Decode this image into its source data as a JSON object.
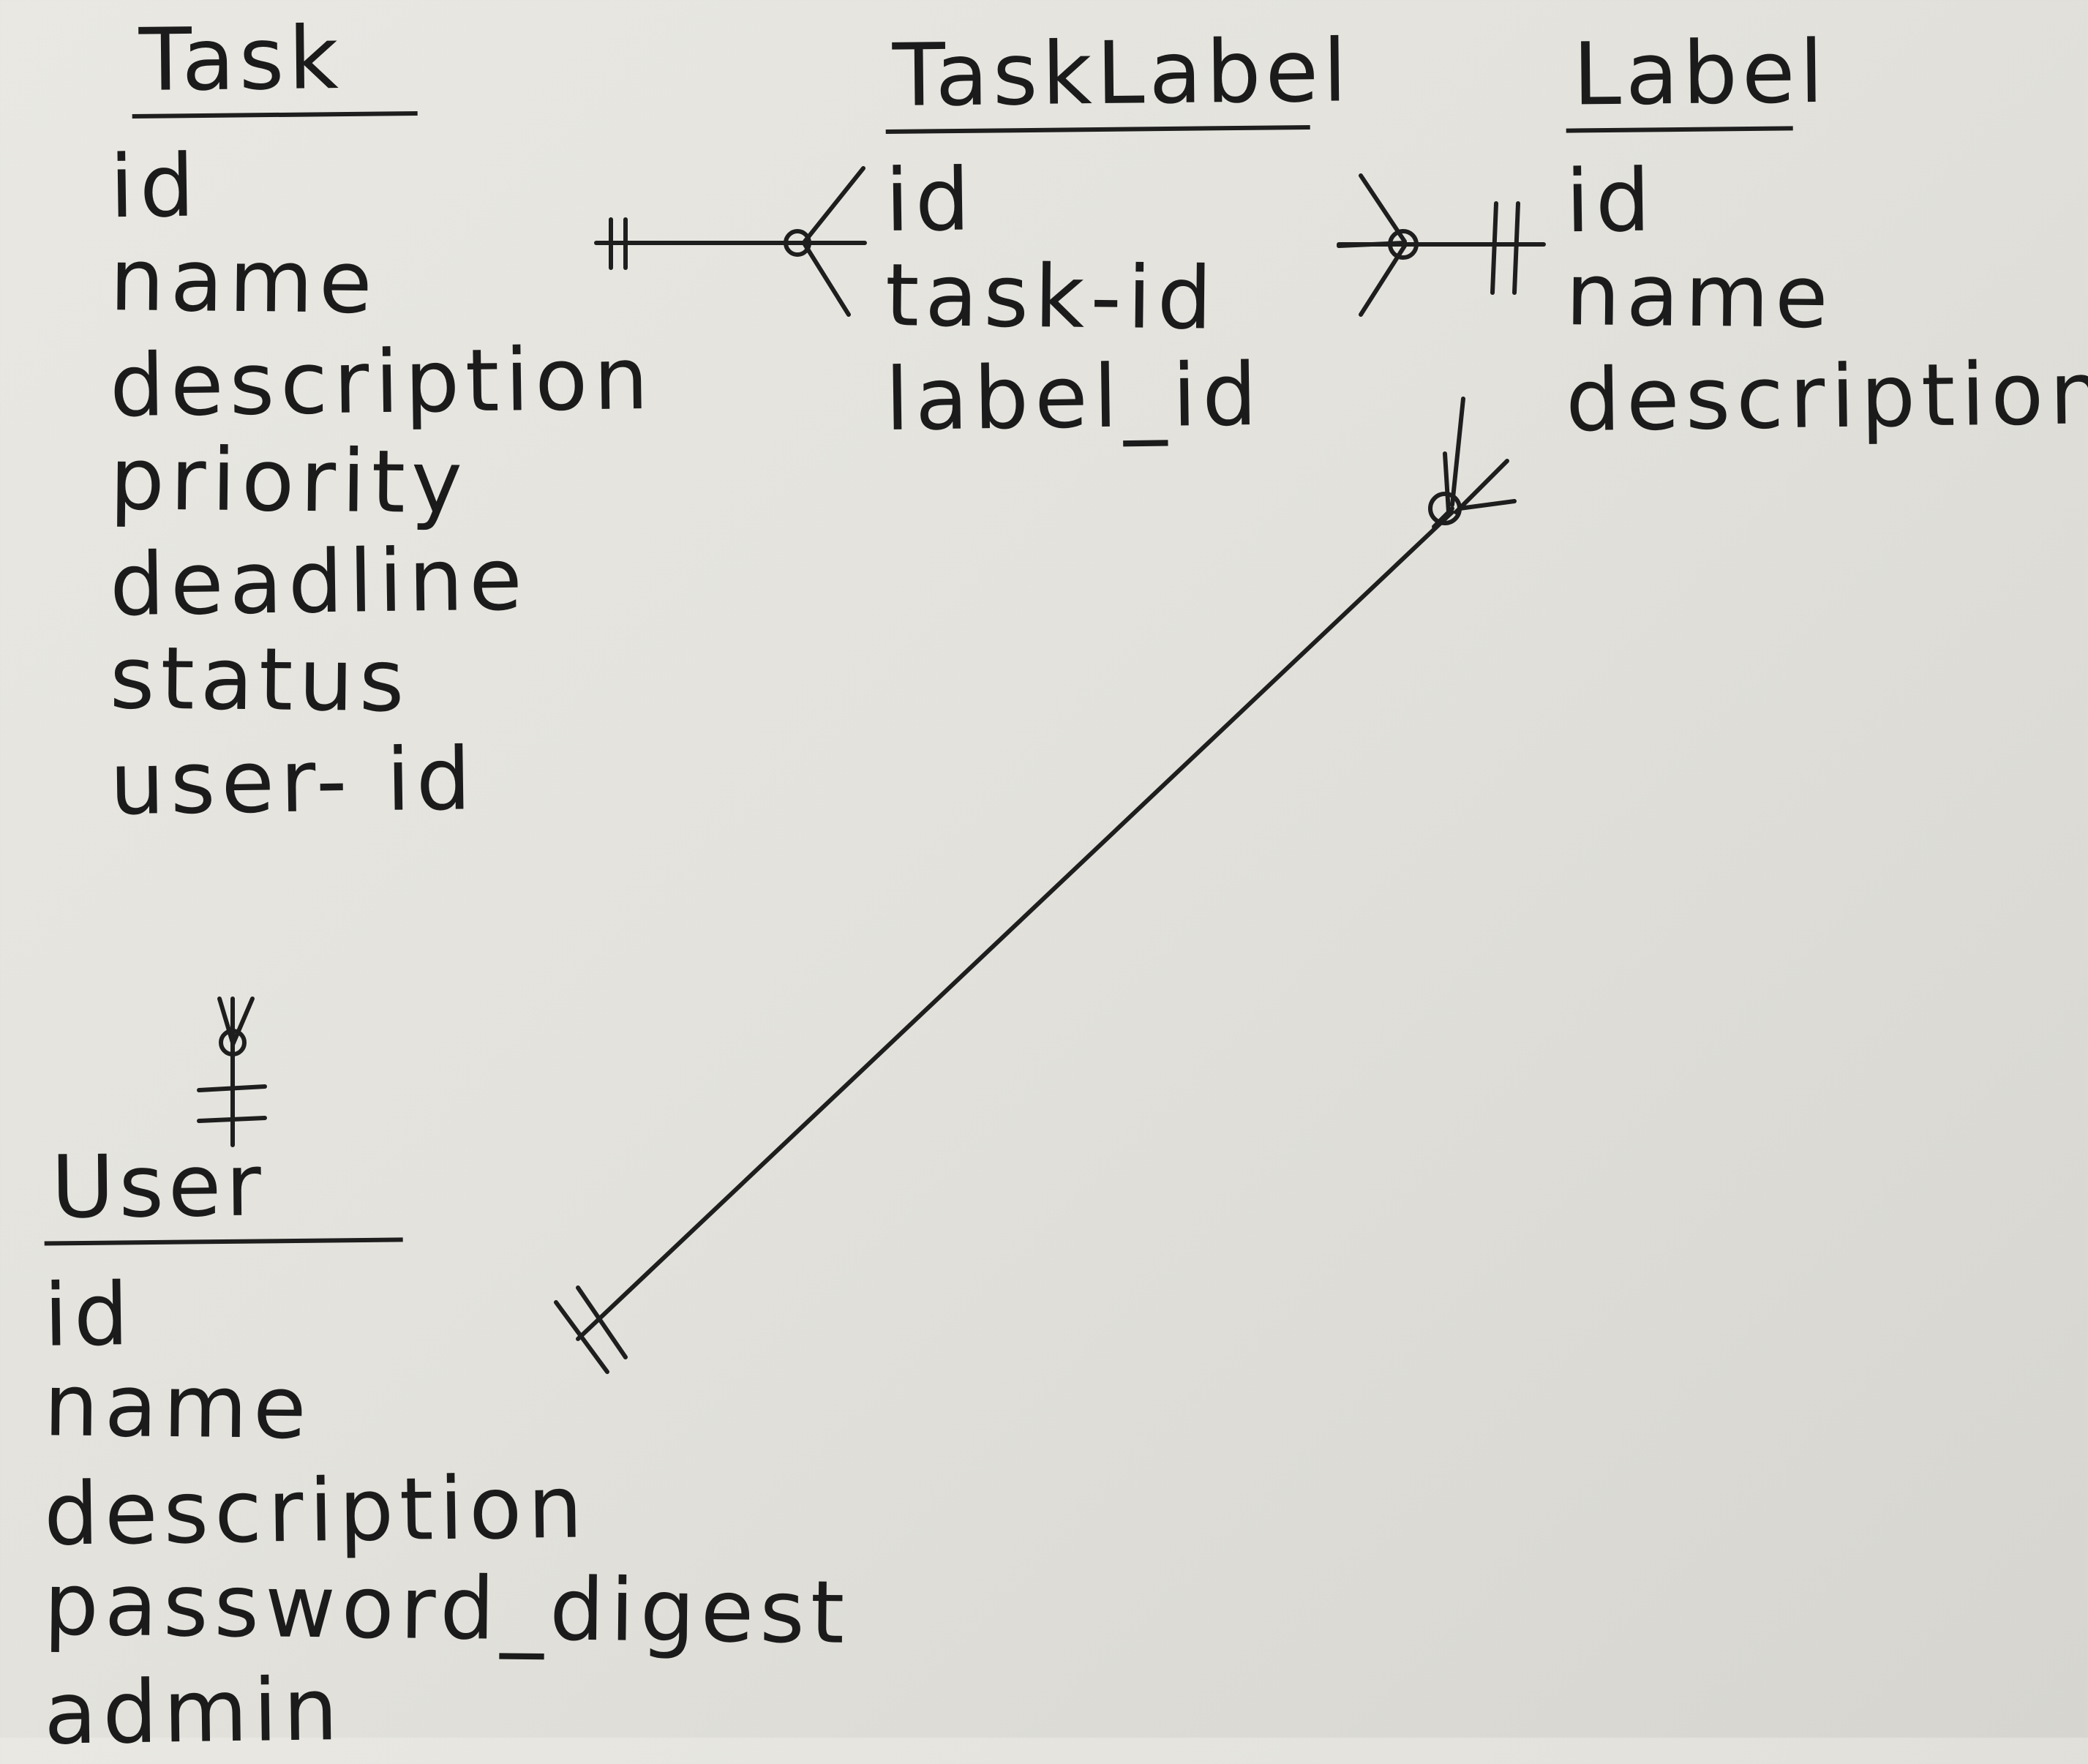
{
  "entities": {
    "task": {
      "title": "Task",
      "fields": [
        "id",
        "name",
        "description",
        "priority",
        "deadline",
        "status",
        "user- id"
      ]
    },
    "tasklabel": {
      "title": "TaskLabel",
      "fields": [
        "id",
        "task-id",
        "label_id"
      ]
    },
    "label": {
      "title": "Label",
      "fields": [
        "id",
        "name",
        "description"
      ]
    },
    "user": {
      "title": "User",
      "fields": [
        "id",
        "name",
        "description",
        "password_digest",
        "admin"
      ]
    }
  },
  "relationships": [
    {
      "from": "task",
      "to": "tasklabel",
      "from_cardinality": "exactly-one",
      "to_cardinality": "zero-or-many"
    },
    {
      "from": "label",
      "to": "tasklabel",
      "from_cardinality": "exactly-one",
      "to_cardinality": "zero-or-many"
    },
    {
      "from": "user",
      "to": "task",
      "from_cardinality": "exactly-one",
      "to_cardinality": "zero-or-many"
    },
    {
      "from": "user",
      "to": "label",
      "from_cardinality": "exactly-one",
      "to_cardinality": "zero-or-many"
    }
  ]
}
